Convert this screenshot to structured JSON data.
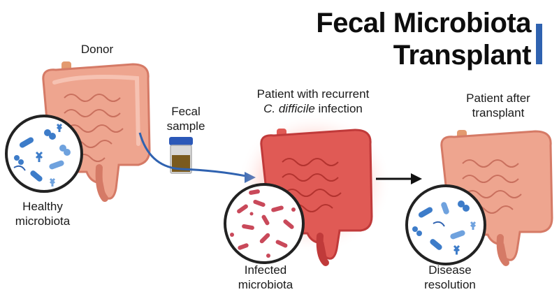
{
  "title": {
    "line1": "Fecal Microbiota",
    "line2": "Transplant"
  },
  "labels": {
    "donor": "Donor",
    "fecal_line1": "Fecal",
    "fecal_line2": "sample",
    "healthy_line1": "Healthy",
    "healthy_line2": "microbiota",
    "patient_line1": "Patient with recurrent",
    "patient_italic": "C. difficile",
    "patient_rest": " infection",
    "after_line1": "Patient after",
    "after_line2": "transplant",
    "infected_line1": "Infected",
    "infected_line2": "microbiota",
    "disease_line1": "Disease",
    "disease_line2": "resolution"
  },
  "colors": {
    "accent_bar": "#2f62b0",
    "healthy_intestine": "#eea58f",
    "infected_intestine": "#e05a55",
    "infected_glow": "#ff9a90",
    "arrow_blue": "#2f62b0",
    "arrow_black": "#111111",
    "stool": "#7a5a1e",
    "cup_lid": "#2b58b8",
    "healthy_bacteria": "#3d7cc9",
    "infected_bacteria": "#c9495a"
  },
  "icons": [
    "intestine-icon",
    "microbe-magnifier-icon",
    "sample-cup-icon",
    "arrow-icon"
  ]
}
